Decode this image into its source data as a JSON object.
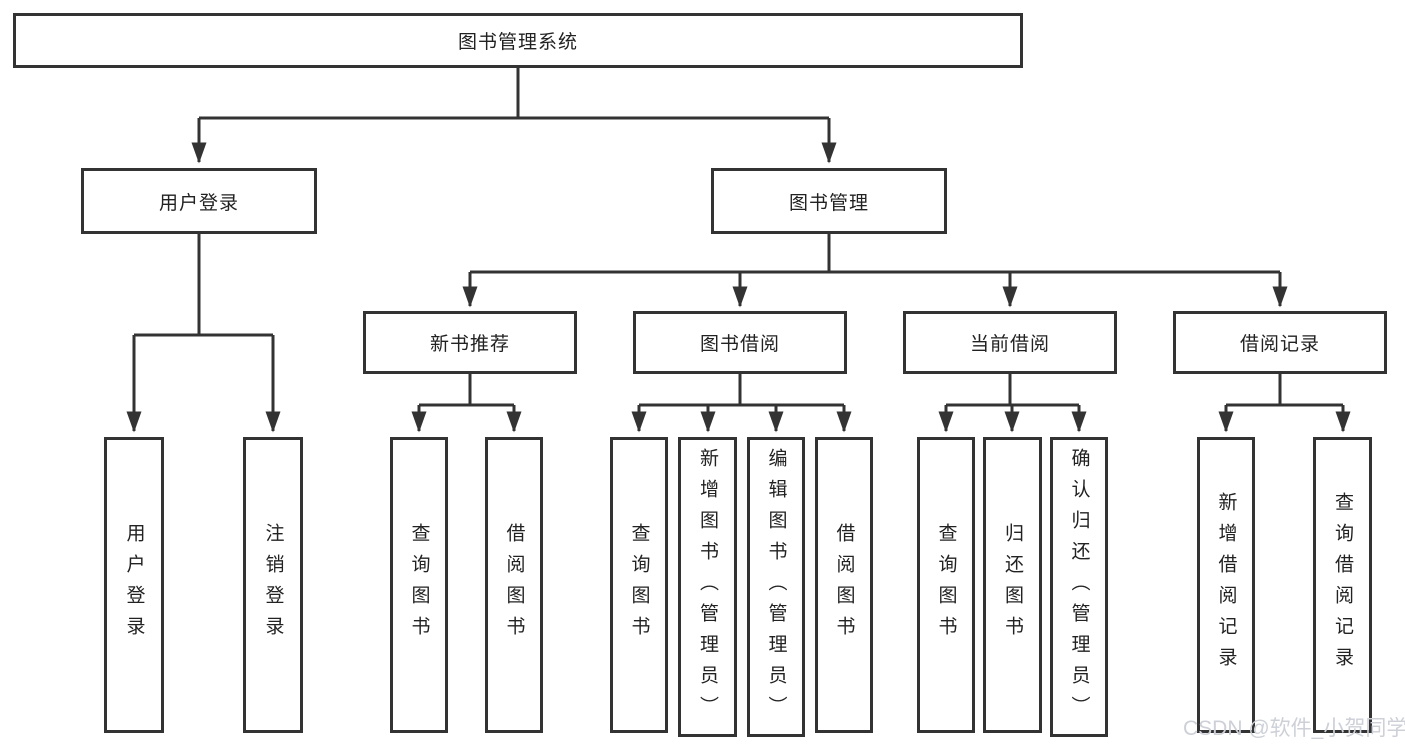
{
  "diagram": {
    "root": {
      "label": "图书管理系统"
    },
    "level2": [
      {
        "label": "用户登录"
      },
      {
        "label": "图书管理"
      }
    ],
    "level3": [
      {
        "label": "新书推荐"
      },
      {
        "label": "图书借阅"
      },
      {
        "label": "当前借阅"
      },
      {
        "label": "借阅记录"
      }
    ],
    "leaves": {
      "user_login": [
        "用户登录",
        "注销登录"
      ],
      "new_books": [
        "查询图书",
        "借阅图书"
      ],
      "book_borrow": [
        "查询图书",
        "新增图书（管理员）",
        "编辑图书（管理员）",
        "借阅图书"
      ],
      "current_borrow": [
        "查询图书",
        "归还图书",
        "确认归还（管理员）"
      ],
      "borrow_records": [
        "新增借阅记录",
        "查询借阅记录"
      ]
    }
  },
  "watermark": {
    "text": "CSDN @软件_小贺同学"
  },
  "colors": {
    "line": "#333333",
    "box_border": "#333333",
    "box_fill": "#ffffff",
    "text": "#222222",
    "background": "#ffffff",
    "watermark": "#cdd0d7"
  }
}
